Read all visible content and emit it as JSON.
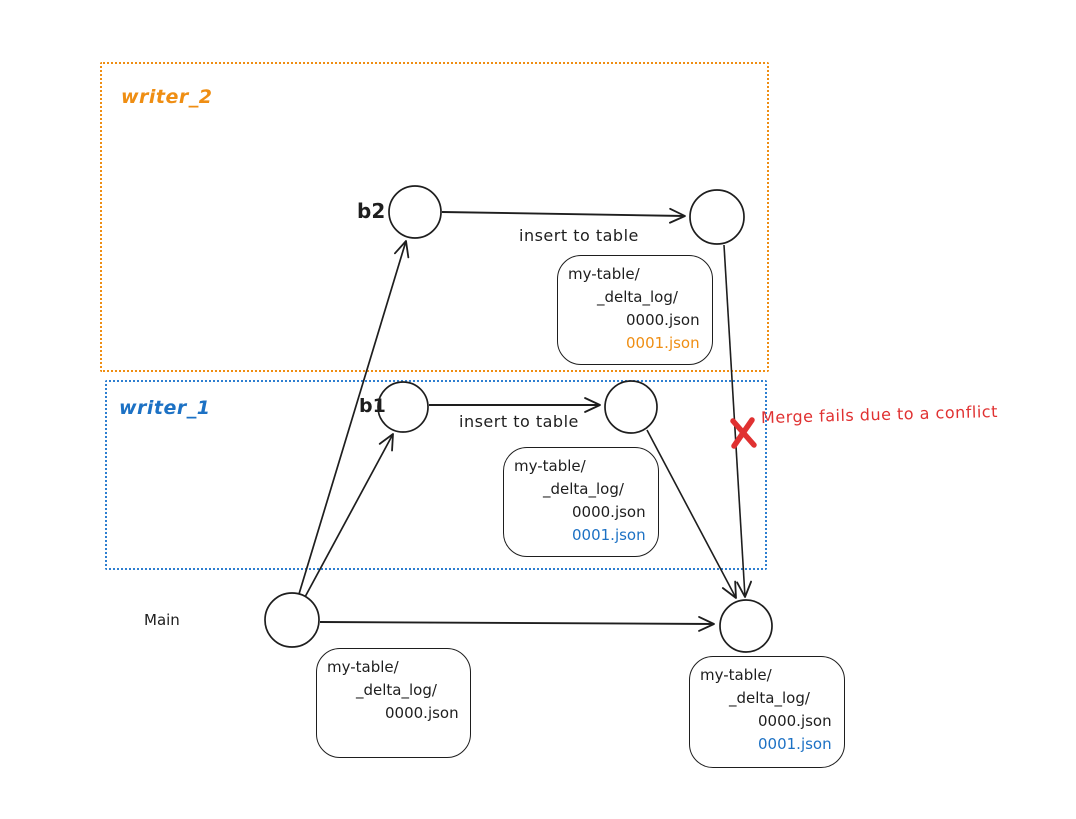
{
  "regions": {
    "writer_2": {
      "label": "writer_2",
      "color": "#ef8e13"
    },
    "writer_1": {
      "label": "writer_1",
      "color": "#1c71c4"
    }
  },
  "branches": {
    "main_label": "Main",
    "b2_label": "b2",
    "b1_label": "b1"
  },
  "annotations": {
    "insert_to_table_writer_2": "insert to table",
    "insert_to_table_writer_1": "insert to table",
    "merge_fail": "Merge fails due to a conflict",
    "merge_fail_color": "#e03131"
  },
  "file_boxes": {
    "writer_2": {
      "lines": [
        {
          "text": "my-table/",
          "color": "#1e1e1e"
        },
        {
          "text": "_delta_log/",
          "color": "#1e1e1e"
        },
        {
          "text": "0000.json",
          "color": "#1e1e1e"
        },
        {
          "text": "0001.json",
          "color": "#ef8e13"
        }
      ]
    },
    "writer_1": {
      "lines": [
        {
          "text": "my-table/",
          "color": "#1e1e1e"
        },
        {
          "text": "_delta_log/",
          "color": "#1e1e1e"
        },
        {
          "text": "0000.json",
          "color": "#1e1e1e"
        },
        {
          "text": "0001.json",
          "color": "#1c71c4"
        }
      ]
    },
    "main": {
      "lines": [
        {
          "text": "my-table/",
          "color": "#1e1e1e"
        },
        {
          "text": "_delta_log/",
          "color": "#1e1e1e"
        },
        {
          "text": "0000.json",
          "color": "#1e1e1e"
        }
      ]
    },
    "merge": {
      "lines": [
        {
          "text": "my-table/",
          "color": "#1e1e1e"
        },
        {
          "text": "_delta_log/",
          "color": "#1e1e1e"
        },
        {
          "text": "0000.json",
          "color": "#1e1e1e"
        },
        {
          "text": "0001.json",
          "color": "#1c71c4"
        }
      ]
    }
  },
  "colors": {
    "ink": "#1e1e1e",
    "orange": "#ef8e13",
    "blue": "#1c71c4",
    "red": "#e03131",
    "node_fill": "#ffffff"
  }
}
